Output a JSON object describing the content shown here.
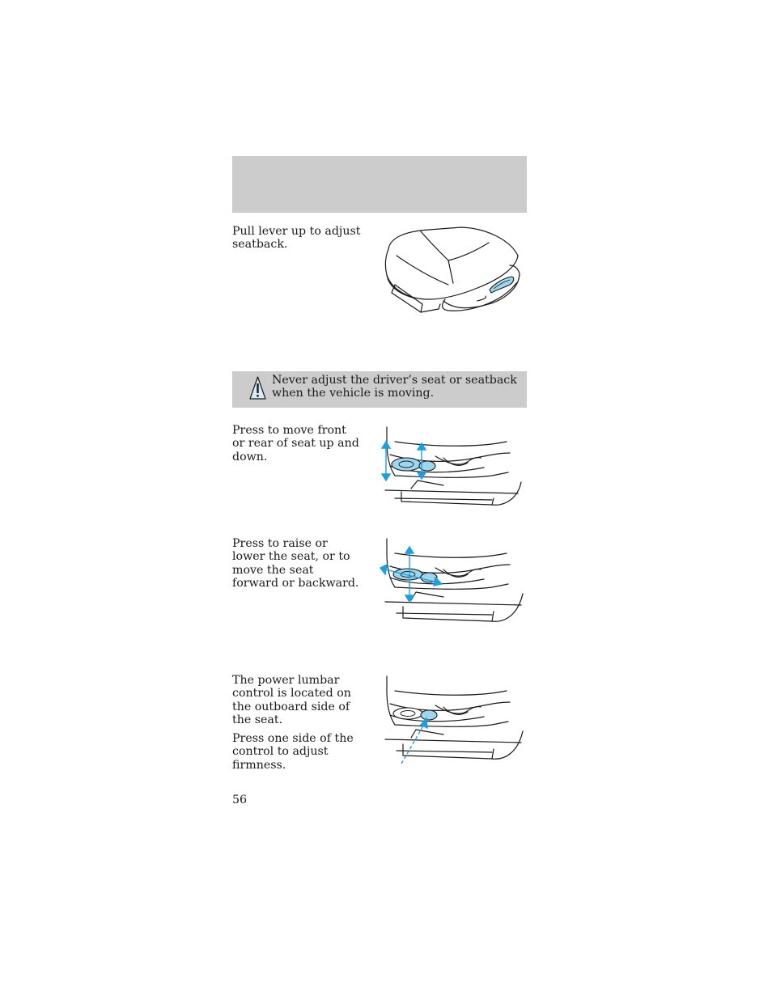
{
  "sections": {
    "seatback": {
      "text": "Pull lever up to adjust seatback."
    },
    "warning": {
      "icon": "warning-triangle-icon",
      "text": "Never adjust the driver’s seat or seatback when the vehicle is moving."
    },
    "tilt": {
      "text": "Press to move front or rear of seat up and down."
    },
    "raise_slide": {
      "text": "Press to raise or lower the seat, or to move the seat forward or backward."
    },
    "lumbar": {
      "text1": "The power lumbar control is located on the outboard side of the seat.",
      "text2": "Press one side of the control to adjust firmness."
    }
  },
  "page_number": "56",
  "colors": {
    "header_gray": "#cccccc",
    "arrow_blue": "#1aa0e0",
    "control_blue": "#9fd6ef",
    "line": "#1a1a1a"
  },
  "icons": [
    "warning-triangle-icon",
    "seat-lever-illustration",
    "power-seat-control-illustration"
  ]
}
